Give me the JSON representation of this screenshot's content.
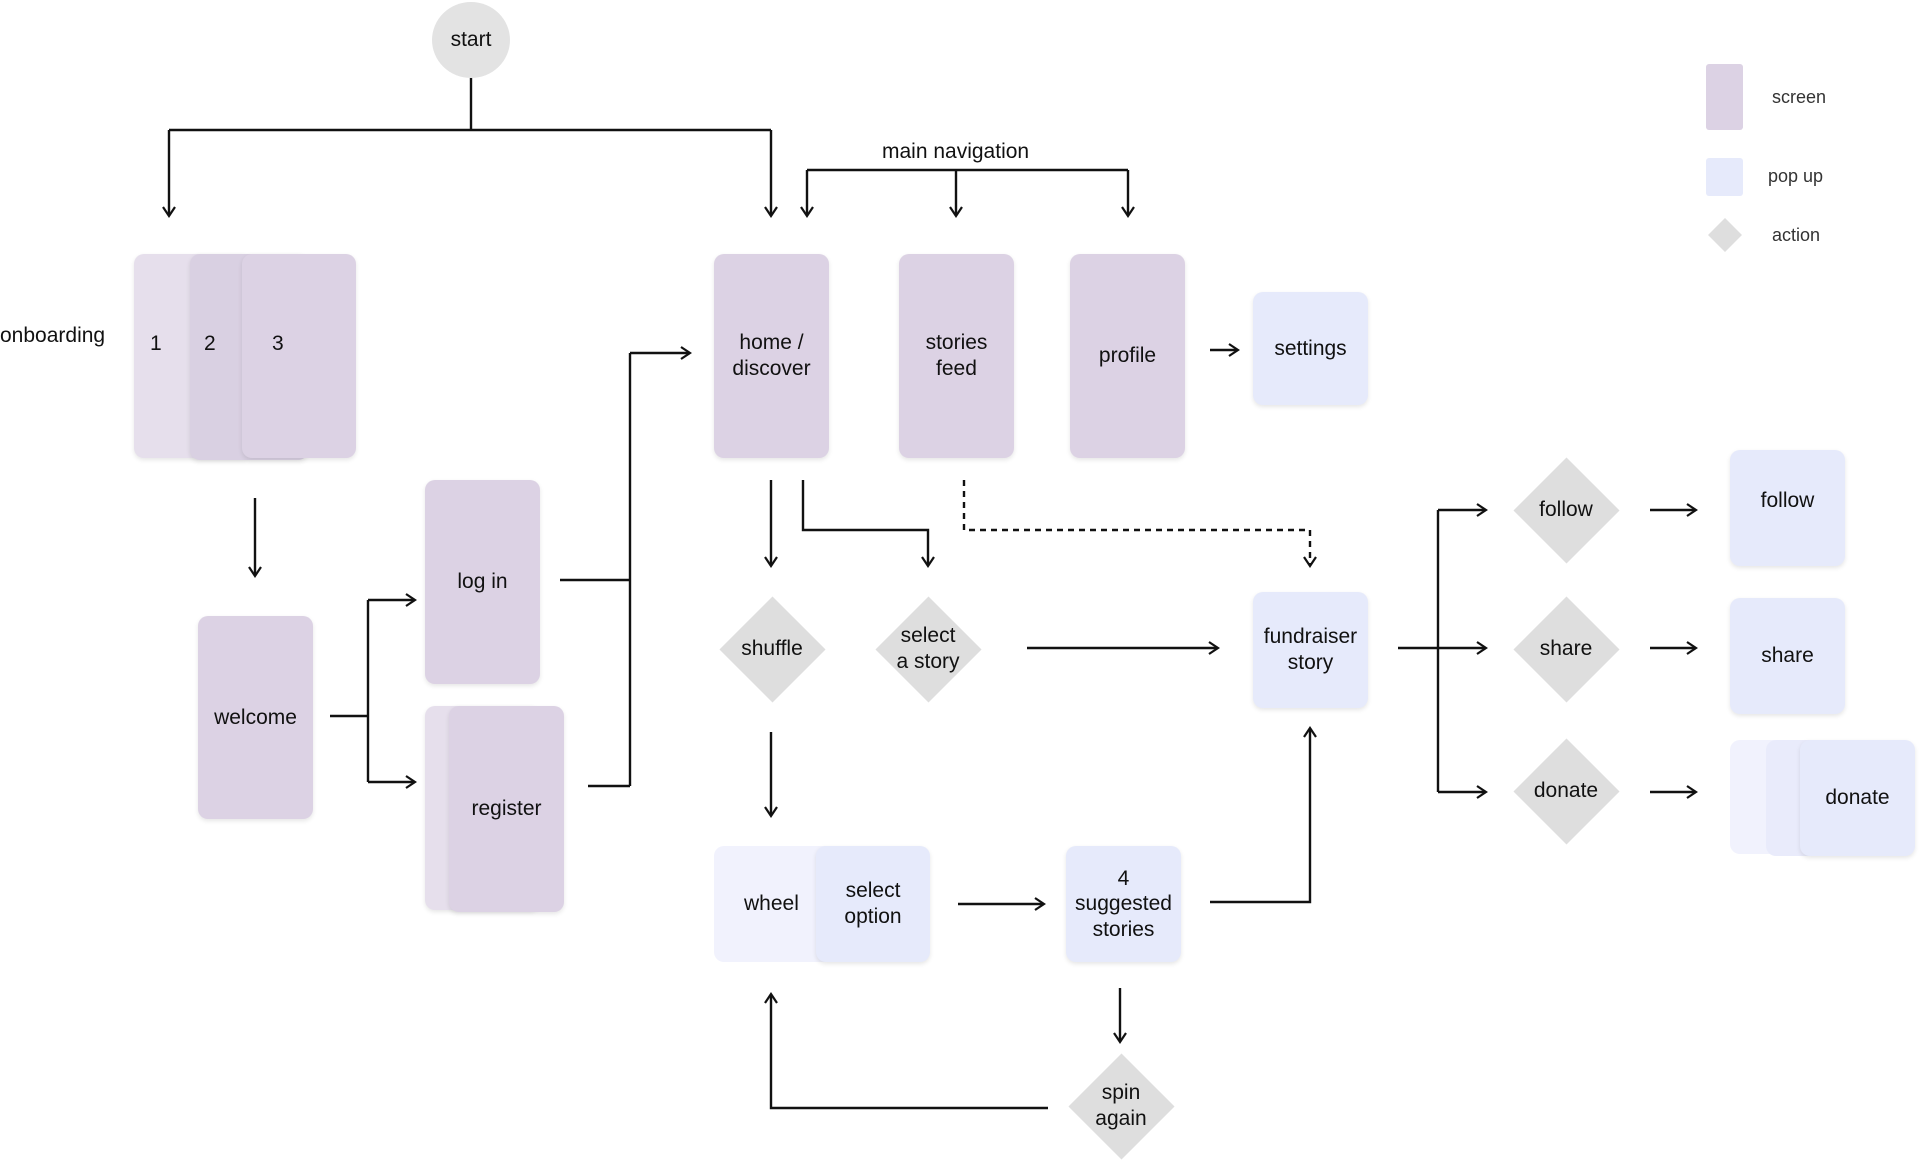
{
  "colors": {
    "screen": "#dcd2e4",
    "popup": "#e6eafb",
    "action": "#dedede",
    "start": "#e3e3e3",
    "line": "#111111"
  },
  "start": {
    "label": "start"
  },
  "labels": {
    "main_navigation": "main navigation",
    "onboarding": "onboarding"
  },
  "onboarding_pages": [
    "1",
    "2",
    "3"
  ],
  "screens": {
    "welcome": "welcome",
    "log_in": "log in",
    "register": "register",
    "home_discover": "home /\ndiscover",
    "stories_feed": "stories\nfeed",
    "profile": "profile"
  },
  "popups": {
    "settings": "settings",
    "fundraiser_story": "fundraiser\nstory",
    "wheel": "wheel",
    "select_option": "select\noption",
    "suggested_stories": "4\nsuggested\nstories",
    "follow": "follow",
    "share": "share",
    "donate": "donate"
  },
  "actions": {
    "shuffle": "shuffle",
    "select_a_story": "select\na story",
    "follow": "follow",
    "share": "share",
    "donate": "donate",
    "spin_again": "spin\nagain"
  },
  "legend": {
    "screen": "screen",
    "popup": "pop up",
    "action": "action"
  }
}
